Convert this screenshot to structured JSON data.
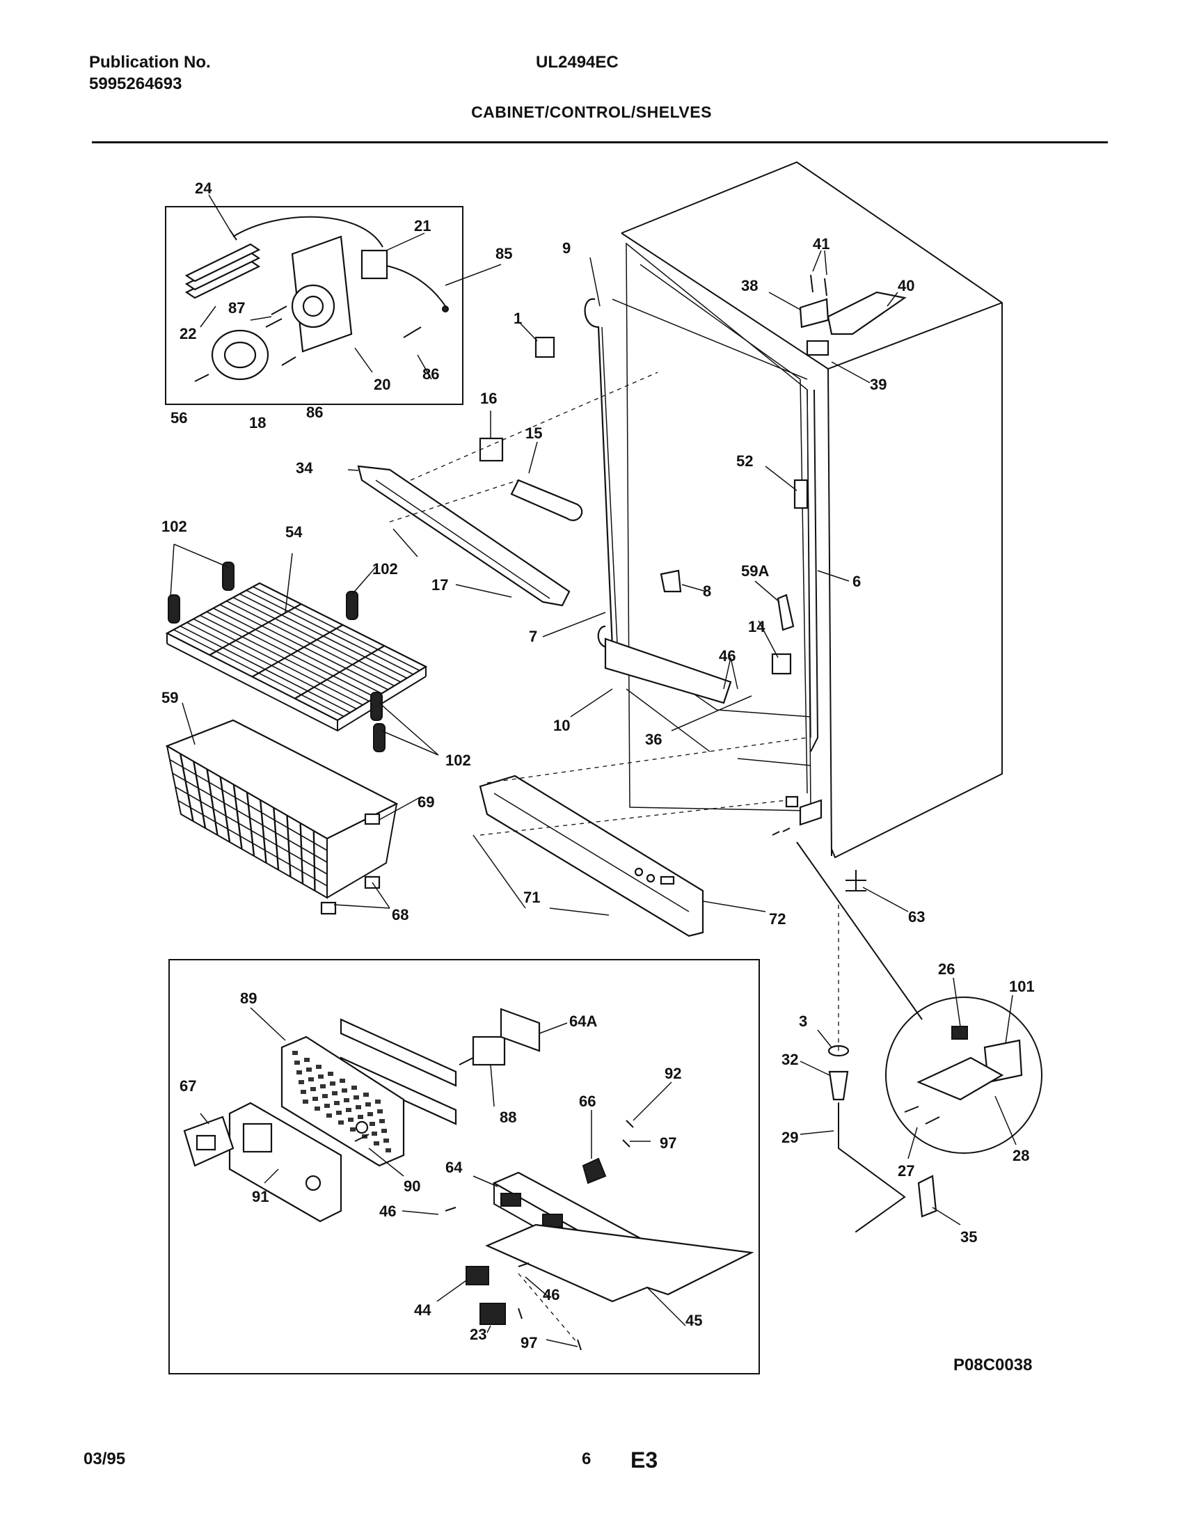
{
  "header": {
    "publication_label": "Publication No.",
    "publication_number": "5995264693",
    "model": "UL2494EC",
    "section_title": "CABINET/CONTROL/SHELVES"
  },
  "footer": {
    "date": "03/95",
    "page": "6",
    "code": "E3"
  },
  "diagram_id": "P08C0038",
  "callouts": [
    "24",
    "21",
    "85",
    "9",
    "41",
    "1",
    "38",
    "40",
    "87",
    "22",
    "20",
    "86",
    "56",
    "18",
    "86",
    "39",
    "16",
    "15",
    "52",
    "34",
    "102",
    "54",
    "102",
    "17",
    "8",
    "59A",
    "6",
    "7",
    "14",
    "46",
    "59",
    "10",
    "102",
    "36",
    "69",
    "71",
    "72",
    "68",
    "63",
    "89",
    "64A",
    "26",
    "101",
    "3",
    "67",
    "92",
    "32",
    "88",
    "66",
    "97",
    "29",
    "90",
    "91",
    "64",
    "46",
    "27",
    "28",
    "35",
    "44",
    "46",
    "45",
    "23",
    "97"
  ]
}
